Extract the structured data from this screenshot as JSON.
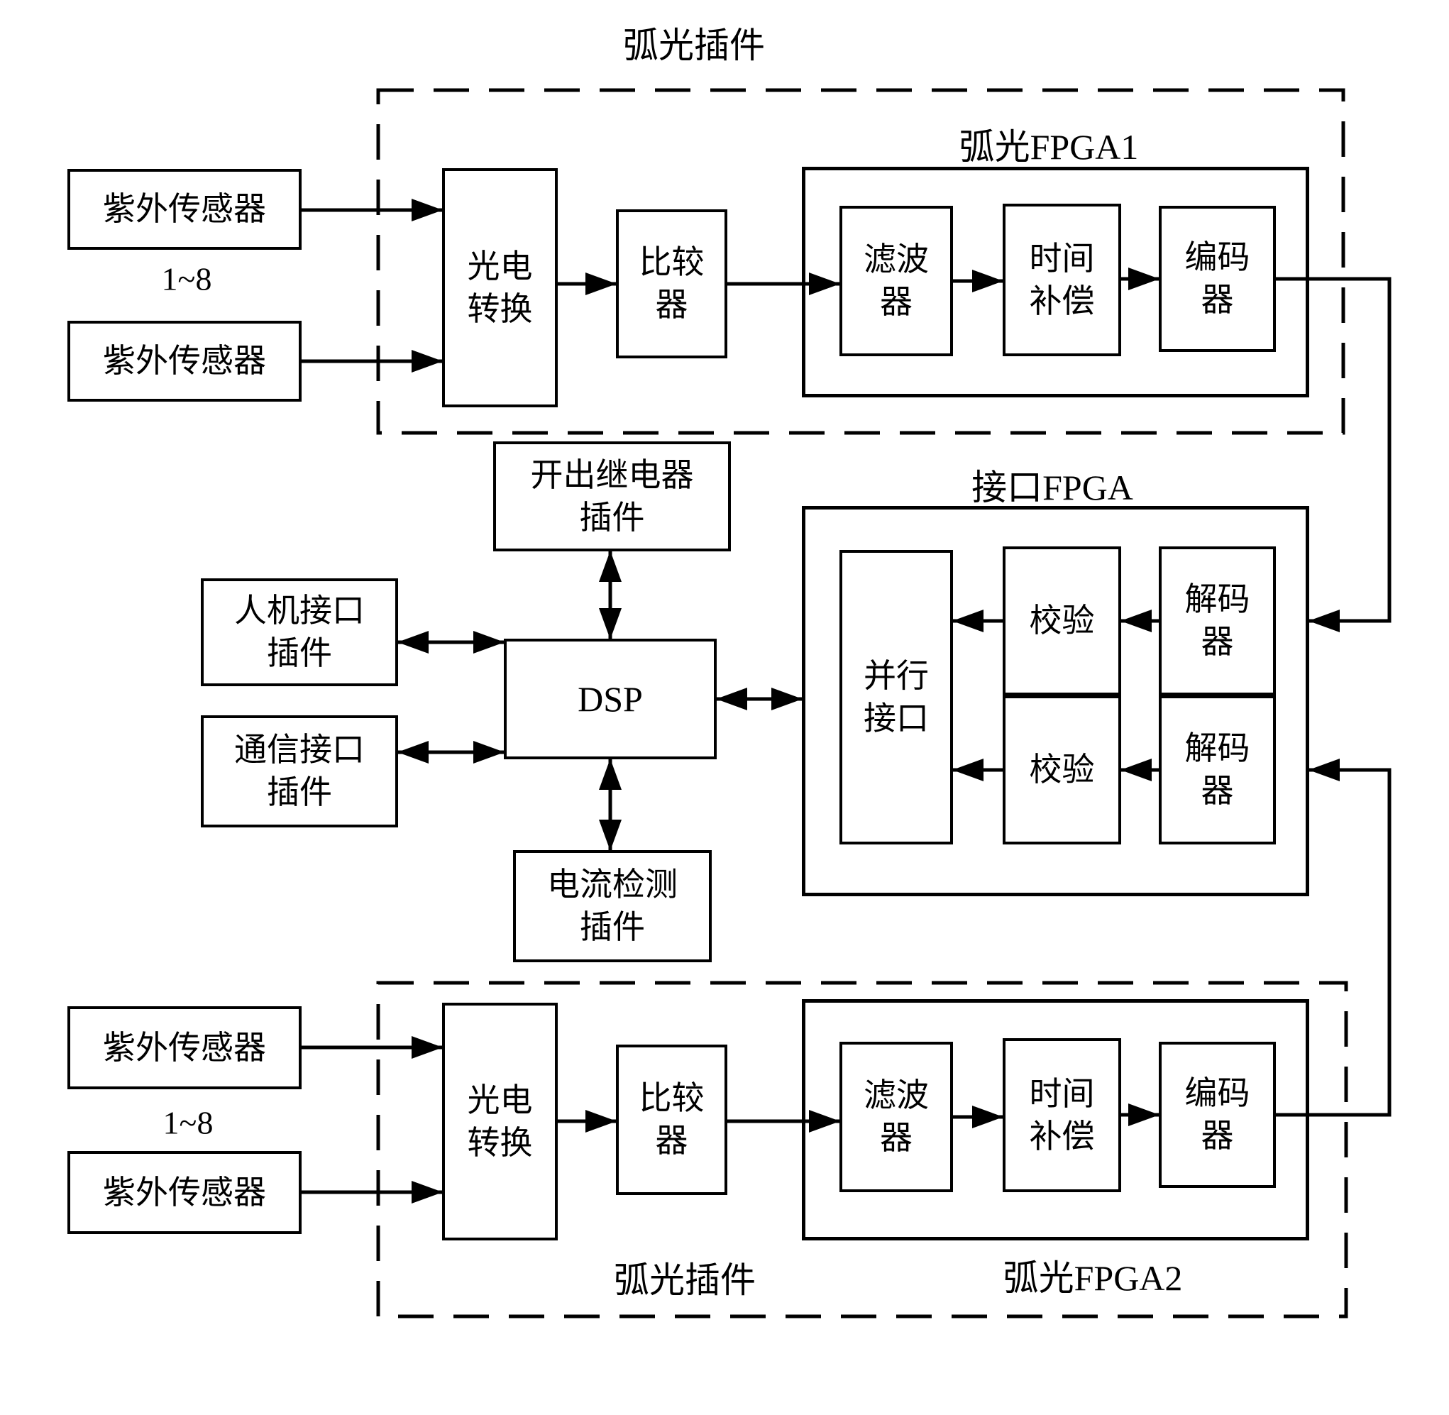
{
  "titles": {
    "arc_plugin_top": "弧光插件",
    "arc_plugin_bottom": "弧光插件",
    "fpga1": "弧光FPGA1",
    "fpga2": "弧光FPGA2",
    "interface_fpga": "接口FPGA"
  },
  "top": {
    "sensor1": "紫外传感器",
    "range": "1~8",
    "sensor2": "紫外传感器",
    "photoelectric": "光电\n转换",
    "comparator": "比较\n器",
    "filter": "滤波\n器",
    "time_compensation": "时间\n补偿",
    "encoder": "编码\n器"
  },
  "middle": {
    "relay_plugin": "开出继电器\n插件",
    "hmi_plugin": "人机接口\n插件",
    "comm_plugin": "通信接口\n插件",
    "dsp": "DSP",
    "current_plugin": "电流检测\n插件",
    "parallel_interface": "并行\n接口",
    "check1": "校验",
    "decoder1": "解码\n器",
    "check2": "校验",
    "decoder2": "解码\n器"
  },
  "bottom": {
    "sensor1": "紫外传感器",
    "range": "1~8",
    "sensor2": "紫外传感器",
    "photoelectric": "光电\n转换",
    "comparator": "比较\n器",
    "filter": "滤波\n器",
    "time_compensation": "时间\n补偿",
    "encoder": "编码\n器"
  }
}
